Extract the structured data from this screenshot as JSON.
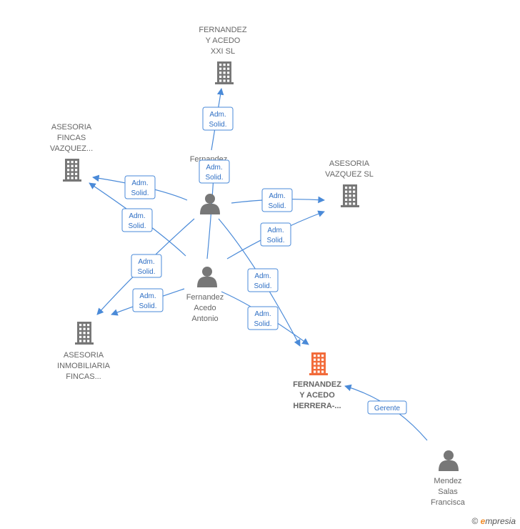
{
  "colors": {
    "edge": "#4a8ad8",
    "company": "#777777",
    "company_main": "#f26b3a",
    "person": "#777777"
  },
  "nodes": [
    {
      "id": "faxxi",
      "kind": "company",
      "lines": [
        "FERNANDEZ",
        "Y ACEDO",
        "XXI  SL"
      ]
    },
    {
      "id": "afv",
      "kind": "company",
      "lines": [
        "ASESORIA",
        "FINCAS",
        "VAZQUEZ..."
      ]
    },
    {
      "id": "avsl",
      "kind": "company",
      "lines": [
        "ASESORIA",
        "VAZQUEZ SL"
      ]
    },
    {
      "id": "aif",
      "kind": "company",
      "lines": [
        "ASESORIA",
        "INMOBILIARIA",
        "FINCAS..."
      ]
    },
    {
      "id": "fah",
      "kind": "company_main",
      "lines": [
        "FERNANDEZ",
        "Y ACEDO",
        "HERRERA-..."
      ]
    },
    {
      "id": "fae",
      "kind": "person",
      "lines": [
        "Fernandez",
        "A",
        "E"
      ]
    },
    {
      "id": "faa",
      "kind": "person",
      "lines": [
        "Fernandez",
        "Acedo",
        "Antonio"
      ]
    },
    {
      "id": "msf",
      "kind": "person",
      "lines": [
        "Mendez",
        "Salas",
        "Francisca"
      ]
    }
  ],
  "edges": [
    {
      "label": [
        "Adm.",
        "Solid."
      ]
    },
    {
      "label": [
        "Adm.",
        "Solid."
      ]
    },
    {
      "label": [
        "Adm.",
        "Solid."
      ]
    },
    {
      "label": [
        "Adm.",
        "Solid."
      ]
    },
    {
      "label": [
        "Adm.",
        "Solid."
      ]
    },
    {
      "label": [
        "Adm.",
        "Solid."
      ]
    },
    {
      "label": [
        "Adm.",
        "Solid."
      ]
    },
    {
      "label": [
        "Adm.",
        "Solid."
      ]
    },
    {
      "label": [
        "Adm.",
        "Solid."
      ]
    },
    {
      "label": [
        "Adm.",
        "Solid."
      ]
    },
    {
      "label": [
        "Gerente"
      ]
    }
  ],
  "footer": {
    "copyright": "©",
    "brand_initial": "e",
    "brand_rest": "mpresia"
  }
}
